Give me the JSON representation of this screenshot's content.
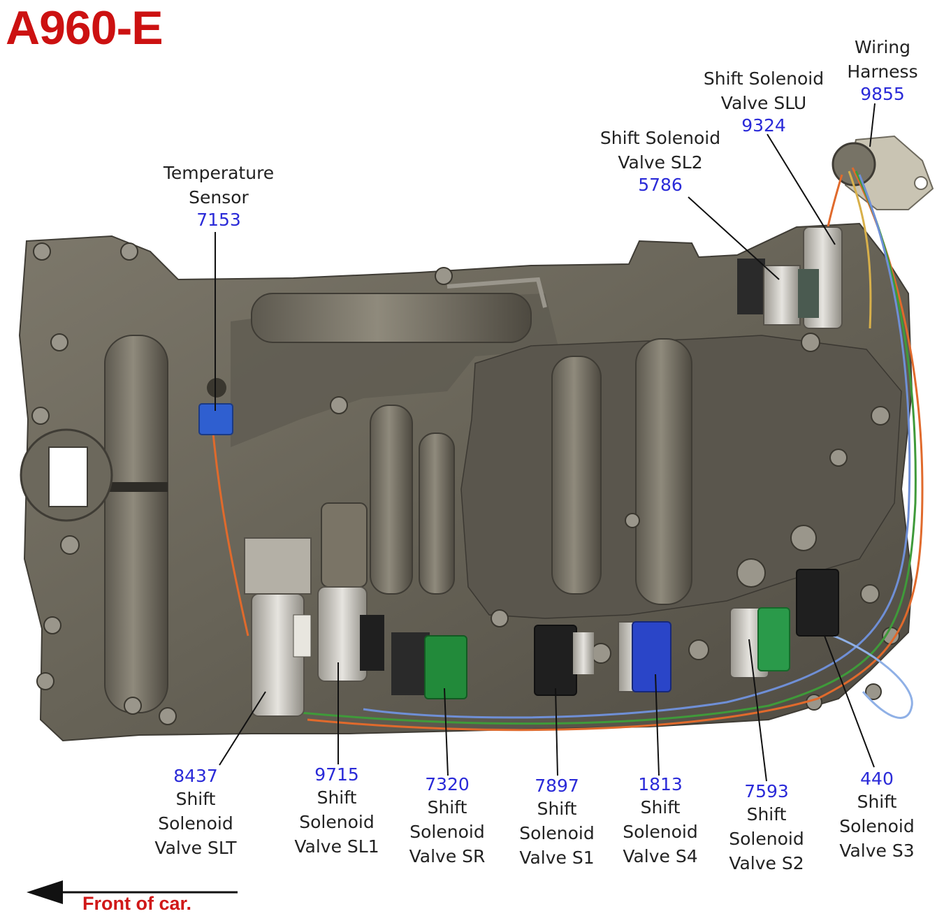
{
  "title": "A960-E",
  "front_note": "Front of car.",
  "colors": {
    "title": "#cc1111",
    "part_number": "#2a2ad8",
    "label_text": "#222222",
    "front_note": "#d01818",
    "valve_body": "#6f6a5e"
  },
  "callouts": {
    "wiring_harness": {
      "name": "Wiring Harness",
      "part": "9855"
    },
    "sol_slu": {
      "name": "Shift Solenoid Valve SLU",
      "part": "9324"
    },
    "sol_sl2": {
      "name": "Shift Solenoid Valve SL2",
      "part": "5786"
    },
    "temp_sensor": {
      "name": "Temperature Sensor",
      "part": "7153"
    },
    "sol_slt": {
      "name": "Shift Solenoid Valve SLT",
      "part": "8437"
    },
    "sol_sl1": {
      "name": "Shift Solenoid Valve SL1",
      "part": "9715"
    },
    "sol_sr": {
      "name": "Shift Solenoid Valve SR",
      "part": "7320"
    },
    "sol_s1": {
      "name": "Shift Solenoid Valve S1",
      "part": "7897"
    },
    "sol_s4": {
      "name": "Shift Solenoid Valve S4",
      "part": "1813"
    },
    "sol_s2": {
      "name": "Shift Solenoid Valve S2",
      "part": "7593"
    },
    "sol_s3": {
      "name": "Shift Solenoid Valve S3",
      "part": "440"
    }
  }
}
